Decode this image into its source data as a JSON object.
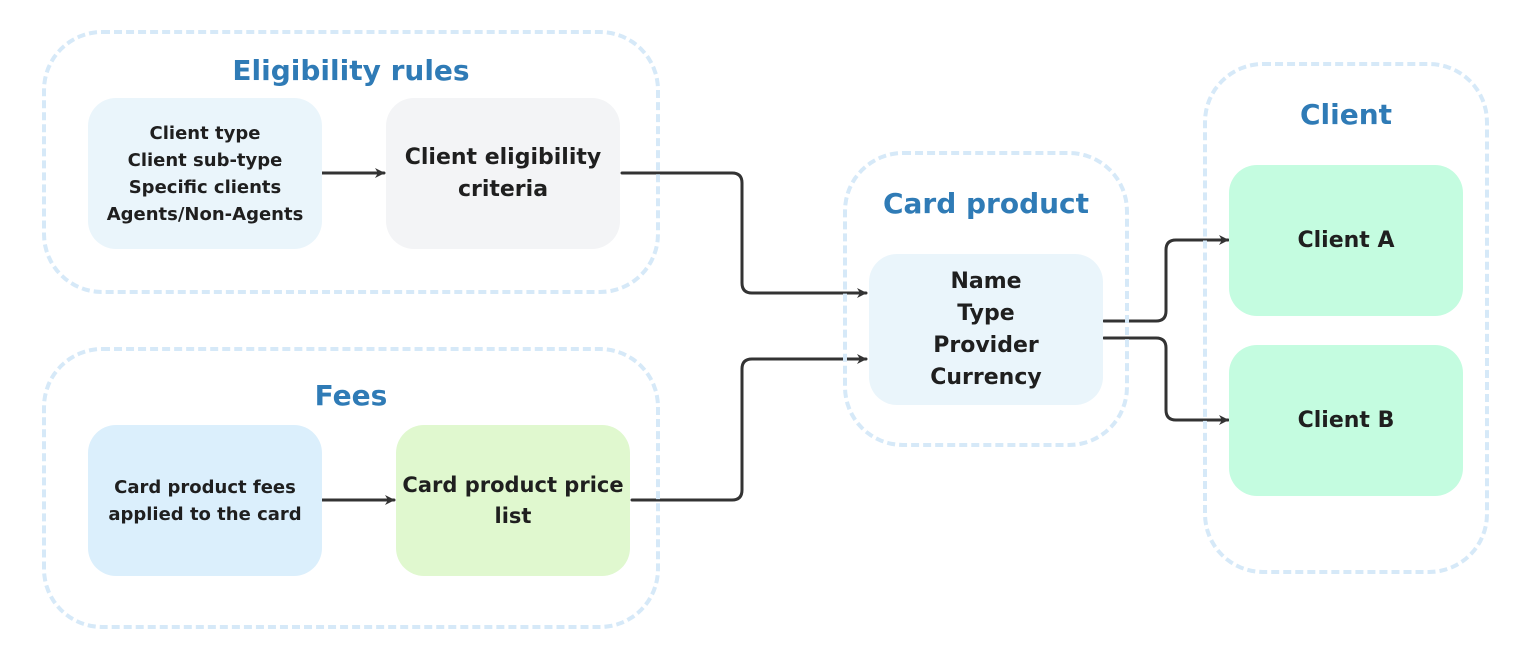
{
  "groups": {
    "eligibility": {
      "title": "Eligibility rules"
    },
    "fees": {
      "title": "Fees"
    },
    "card_product": {
      "title": "Card product"
    },
    "client": {
      "title": "Client"
    }
  },
  "nodes": {
    "client_types": {
      "lines": [
        "Client type",
        "Client sub-type",
        "Specific clients",
        "Agents/Non-Agents"
      ]
    },
    "eligibility_criteria": {
      "lines": [
        "Client eligibility",
        "criteria"
      ]
    },
    "card_fees": {
      "lines": [
        "Card product fees",
        "applied to the card"
      ]
    },
    "price_list": {
      "lines": [
        "Card product price",
        "list"
      ]
    },
    "card_attributes": {
      "lines": [
        "Name",
        "Type",
        "Provider",
        "Currency"
      ]
    },
    "client_a": {
      "label": "Client A"
    },
    "client_b": {
      "label": "Client B"
    }
  },
  "colors": {
    "group_border": "#d6e9f8",
    "group_title": "#2f7bb6",
    "node_light_blue": "#eaf5fb",
    "node_gray": "#f3f4f6",
    "node_blue": "#dbeffc",
    "node_light_green": "#e0f8cf",
    "node_mint": "#c4fce0",
    "arrow": "#333333"
  }
}
